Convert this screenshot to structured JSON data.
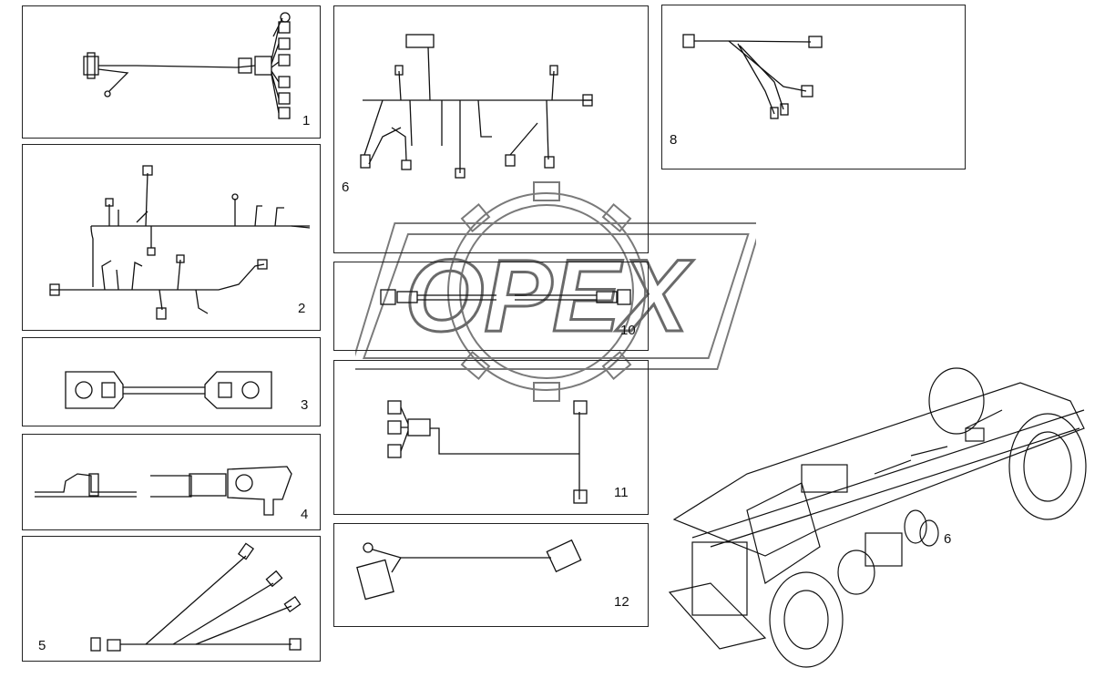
{
  "panels": [
    {
      "label": "1"
    },
    {
      "label": "2"
    },
    {
      "label": "3"
    },
    {
      "label": "4"
    },
    {
      "label": "5"
    },
    {
      "label": "6"
    },
    {
      "label": "8"
    },
    {
      "label": "10"
    },
    {
      "label": "11"
    },
    {
      "label": "12"
    }
  ],
  "vehicle_label": "6",
  "watermark": {
    "text": "OPEX",
    "color": "#888888"
  }
}
